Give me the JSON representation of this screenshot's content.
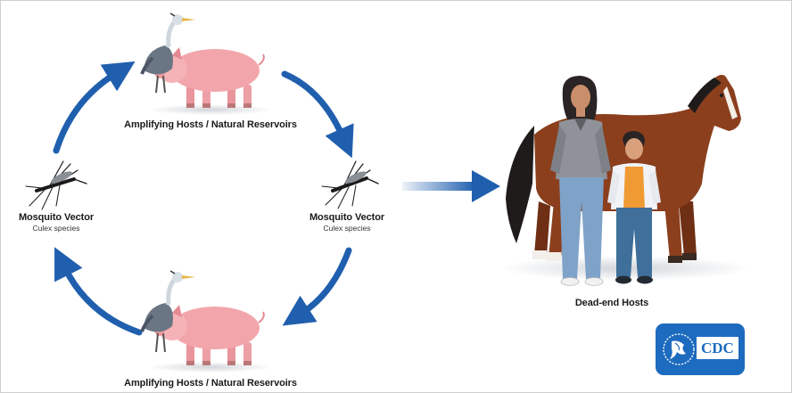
{
  "labels": {
    "amplifying_top": "Amplifying Hosts / Natural Reservoirs",
    "amplifying_bottom": "Amplifying Hosts / Natural Reservoirs",
    "vector_left": "Mosquito Vector",
    "vector_left_sub": "Culex species",
    "vector_right": "Mosquito Vector",
    "vector_right_sub": "Culex species",
    "dead_end": "Dead-end Hosts"
  },
  "logo": {
    "text": "CDC"
  },
  "colors": {
    "arrow": "#1f5fae",
    "pig": "#f2a6ab",
    "horse": "#8b3f1d",
    "cdc_blue": "#1d6bbf"
  }
}
